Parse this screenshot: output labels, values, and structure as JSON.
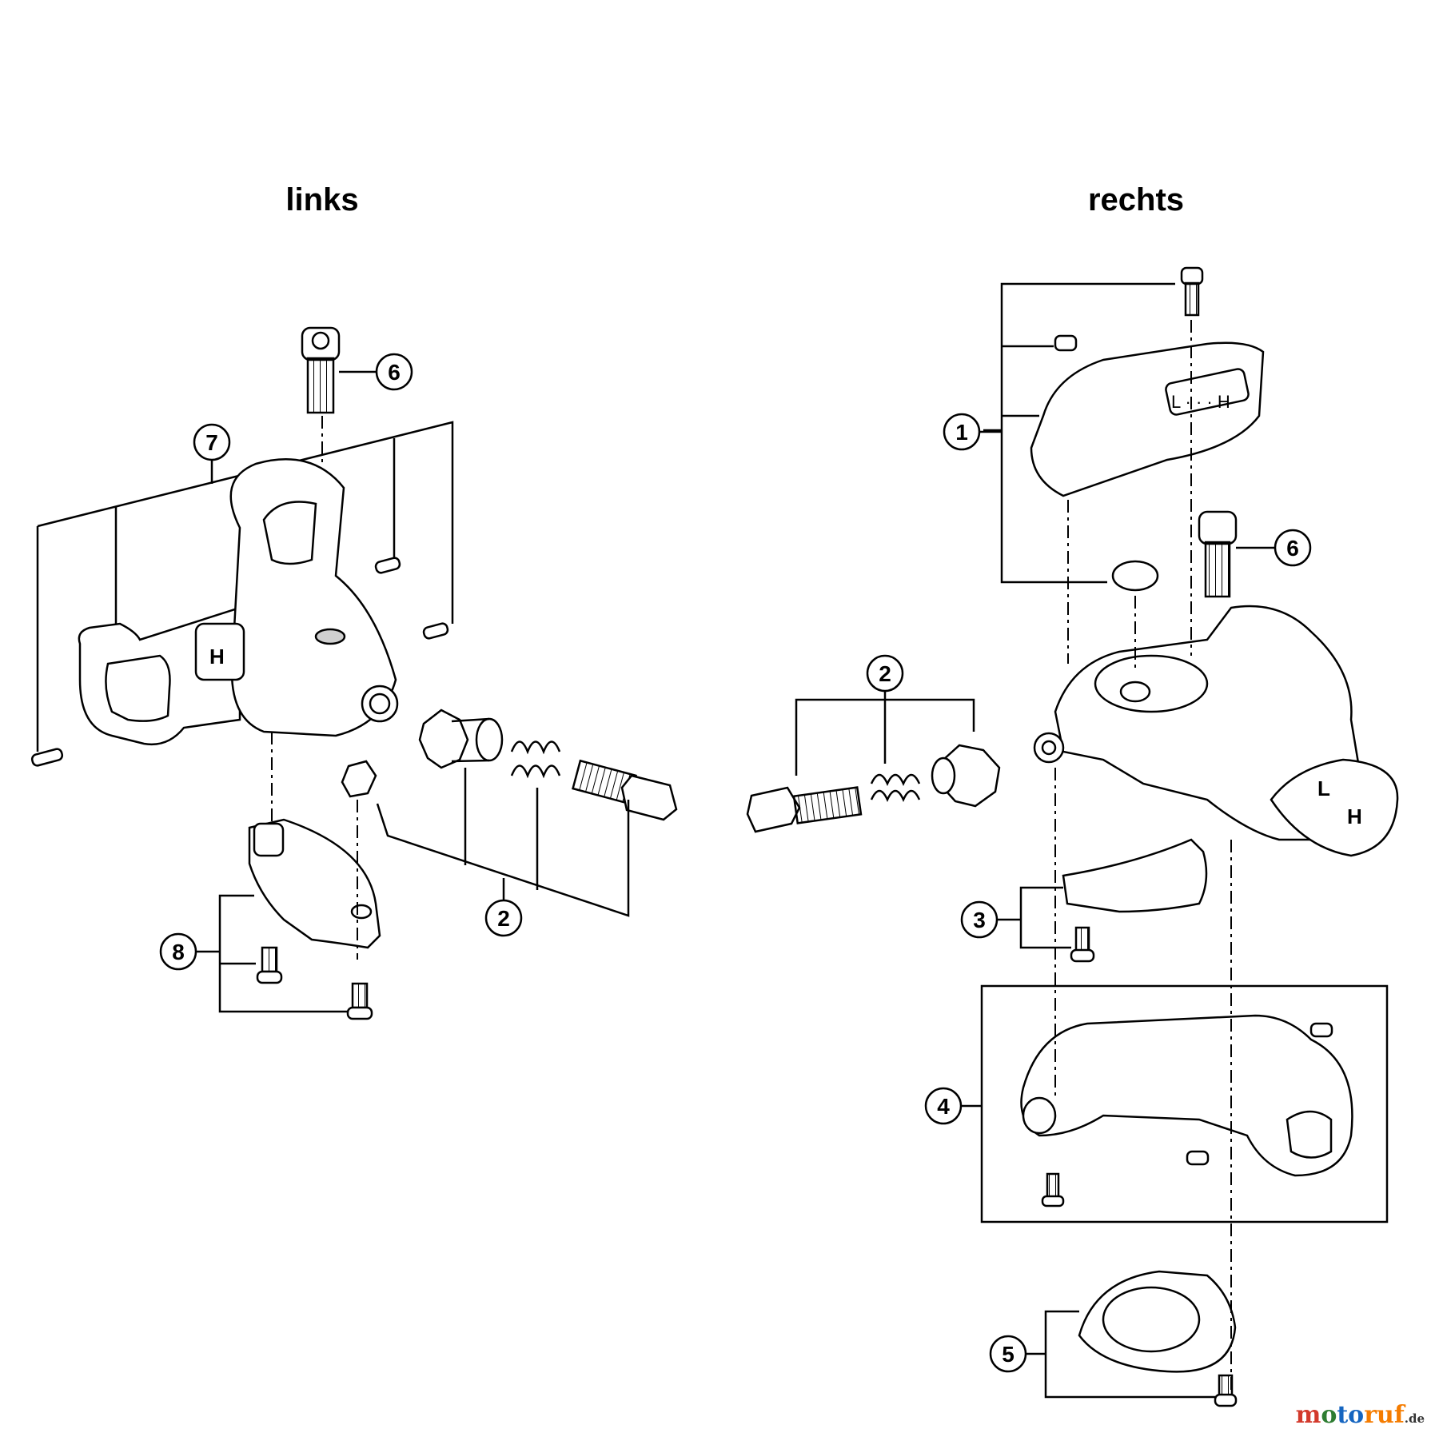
{
  "headings": {
    "left": "links",
    "right": "rechts"
  },
  "callouts": {
    "left": [
      "6",
      "7",
      "2",
      "8"
    ],
    "right": [
      "1",
      "6",
      "2",
      "3",
      "4",
      "5"
    ]
  },
  "colors": {
    "line": "#000000",
    "part_fill": "#ffffff",
    "part_shade": "#d0d0d0"
  },
  "watermark": {
    "text": "motoruf",
    "tld": ".de"
  }
}
